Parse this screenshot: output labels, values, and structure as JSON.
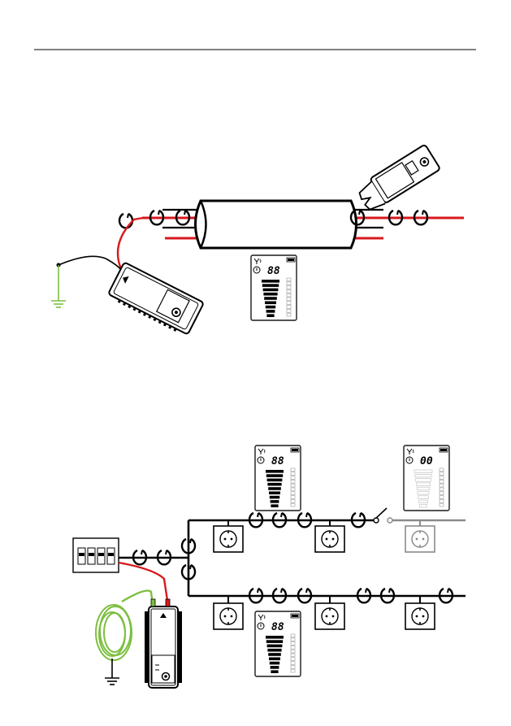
{
  "colors": {
    "live_wire": "#d7191c",
    "ground_wire": "#7cbf3f",
    "line": "#000000",
    "disconnected": "#8a8a8a",
    "lcd_frame": "#1a1a1a"
  },
  "icons": {
    "mic": "antenna-icon",
    "battery": "battery-icon",
    "socket": "schuko-socket-icon",
    "clamp": "clamp-arrow-icon",
    "ground": "ground-icon"
  },
  "figure1": {
    "lcd": {
      "digits": "88",
      "level": 1.0
    }
  },
  "figure2": {
    "lcd_top_left": {
      "digits": "88",
      "level": 1.0
    },
    "lcd_top_right": {
      "digits": "00",
      "level": 0.0
    },
    "lcd_bottom": {
      "digits": "88",
      "level": 1.0
    }
  }
}
